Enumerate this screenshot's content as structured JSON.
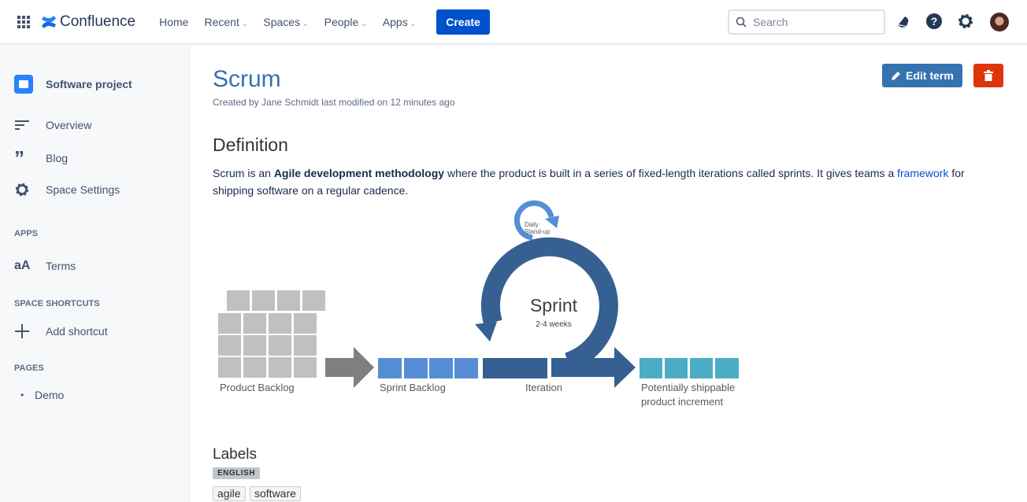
{
  "header": {
    "app_name": "Confluence",
    "nav": [
      "Home",
      "Recent",
      "Spaces",
      "People",
      "Apps"
    ],
    "create_label": "Create",
    "search_placeholder": "Search"
  },
  "sidebar": {
    "space_name": "Software project",
    "items": [
      {
        "label": "Overview",
        "icon": "overview-icon"
      },
      {
        "label": "Blog",
        "icon": "quote-icon"
      },
      {
        "label": "Space Settings",
        "icon": "gear-icon"
      }
    ],
    "apps_heading": "APPS",
    "apps": [
      {
        "label": "Terms",
        "icon": "aA"
      }
    ],
    "shortcuts_heading": "SPACE SHORTCUTS",
    "add_shortcut": "Add shortcut",
    "pages_heading": "PAGES",
    "pages": [
      "Demo"
    ]
  },
  "page": {
    "title": "Scrum",
    "meta": "Created by Jane Schmidt last modified on 12 minutes ago",
    "edit_label": "Edit term",
    "definition_heading": "Definition",
    "definition": {
      "pre": "Scrum is an ",
      "bold": "Agile development methodology",
      "mid": " where the product is built in a series of fixed-length iterations called sprints. It gives teams a ",
      "link": "framework",
      "post": " for shipping software on a regular cadence."
    },
    "labels_heading": "Labels",
    "language_badge": "ENGLISH",
    "labels": [
      "agile",
      "software"
    ]
  },
  "diagram": {
    "daily1": "Daily",
    "daily2": "Stand-up",
    "sprint": "Sprint",
    "sprint_len": "2-4 weeks",
    "product_backlog": "Product Backlog",
    "sprint_backlog": "Sprint Backlog",
    "iteration": "Iteration",
    "increment1": "Potentially shippable",
    "increment2": "product increment"
  },
  "colors": {
    "primary": "#0052cc",
    "title": "#3572b0",
    "delete": "#de350b"
  }
}
